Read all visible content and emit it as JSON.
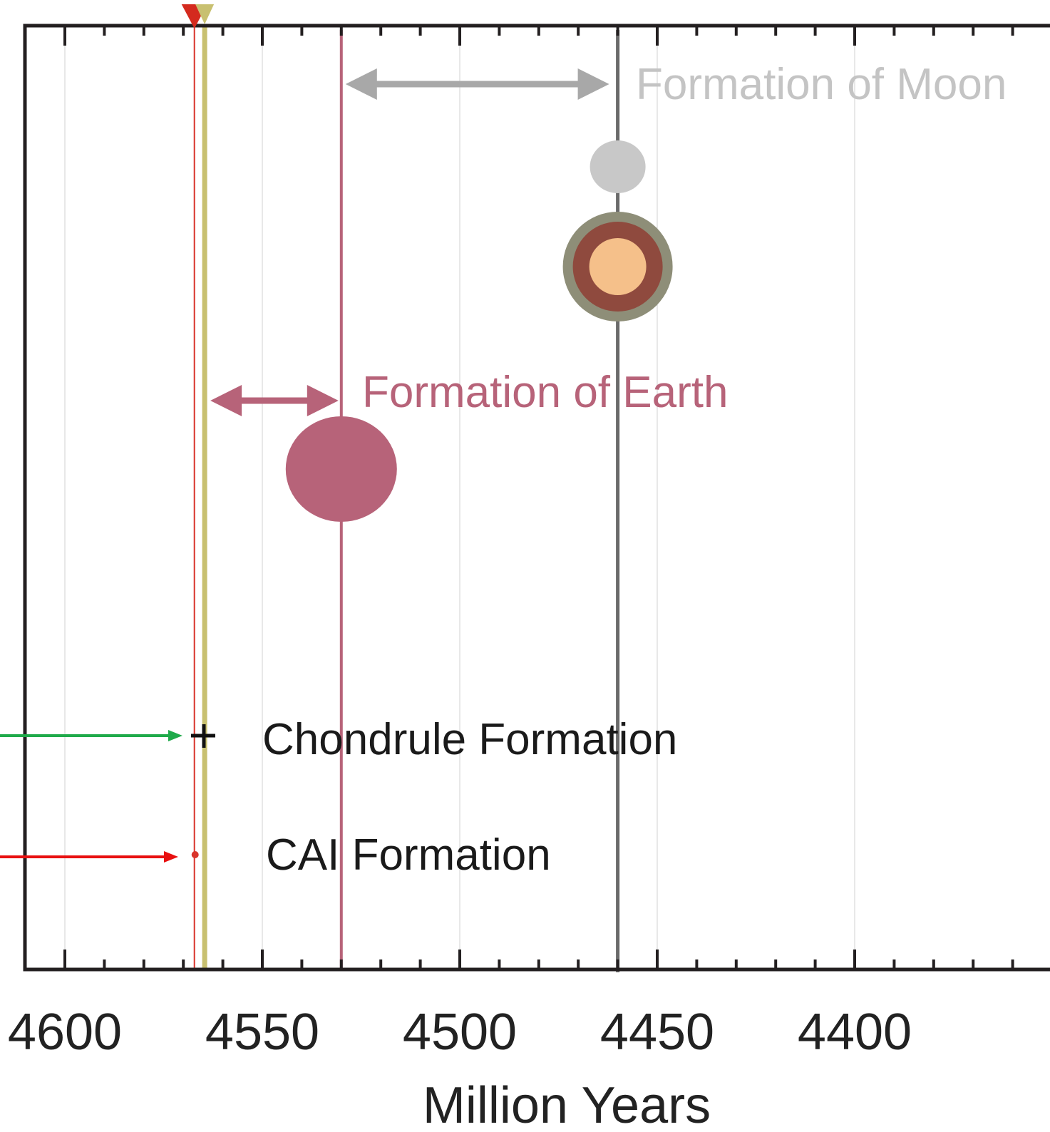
{
  "chart_data": {
    "type": "timeline",
    "xlabel": "Million Years",
    "x_ticks": [
      4600,
      4550,
      4500,
      4450,
      4400
    ],
    "x_range": [
      4611,
      4350
    ],
    "x_reversed": true,
    "grid": true,
    "events": [
      {
        "label": "CAI Formation",
        "value": 4567.2,
        "color": "#d9342b"
      },
      {
        "label": "Chondrule Formation",
        "value": 4564.6,
        "color": "#c8c070"
      },
      {
        "label": "Formation of Earth",
        "range": [
          4564.6,
          4530
        ],
        "color": "#b76379"
      },
      {
        "label": "Formation of Moon",
        "range": [
          4530,
          4460
        ],
        "color": "#a8a8a8"
      }
    ]
  },
  "labels": {
    "moon": "Formation of Moon",
    "earth": "Formation of Earth",
    "chondrule": "Chondrule Formation",
    "cai": "CAI Formation",
    "xlabel": "Million Years"
  },
  "colors": {
    "frame": "#231f20",
    "grid": "#d8d8d8",
    "cai": "#d9342b",
    "chondrule": "#c8c070",
    "earth": "#b76379",
    "moon_arrow": "#a8a8a8",
    "moon_label": "#c4c4c4",
    "moon_line": "#6a6a6a",
    "moon_body": "#c8c8c8",
    "earth_ring_outer": "#8e8e78",
    "earth_ring_mid": "#8f4a3e",
    "earth_core": "#f5c08a",
    "pointer_green": "#1faa4a",
    "pointer_red": "#e81010"
  }
}
